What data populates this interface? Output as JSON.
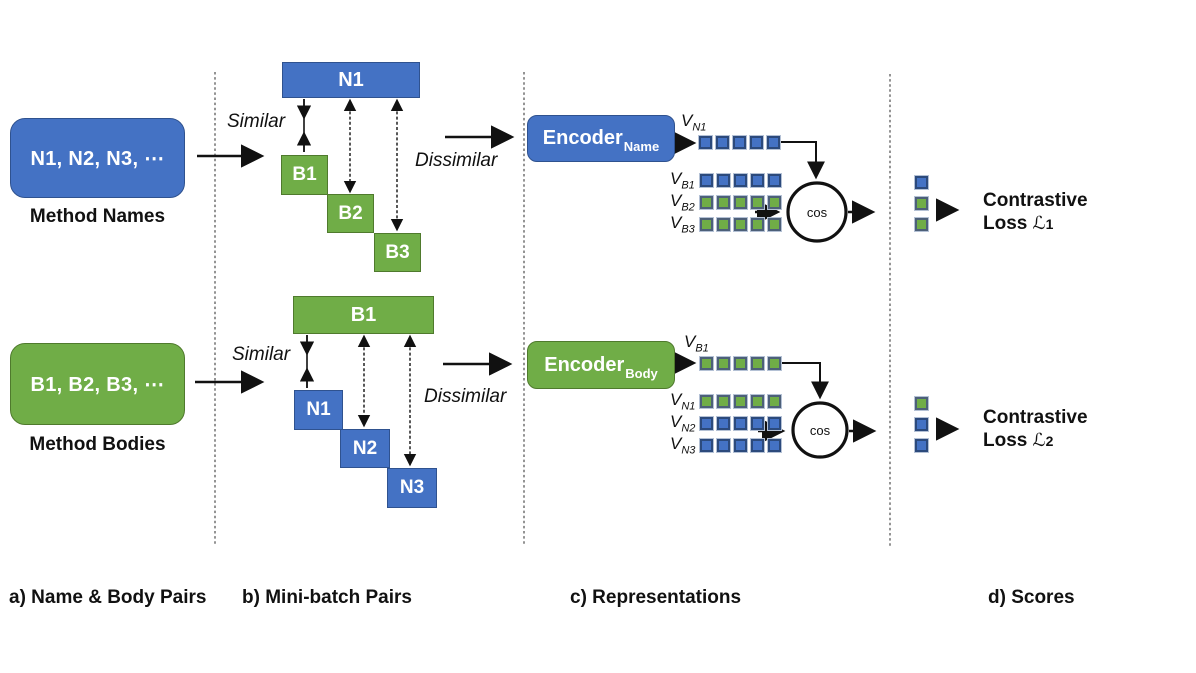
{
  "colors": {
    "blue": "#4472C4",
    "green": "#70AD47"
  },
  "panel_a": {
    "names_box_text": "N1, N2, N3, ⋯",
    "names_caption": "Method Names",
    "bodies_box_text": "B1, B2, B3, ⋯",
    "bodies_caption": "Method Bodies"
  },
  "panel_b": {
    "top": {
      "similar": "Similar",
      "dissimilar": "Dissimilar",
      "anchor": "N1",
      "items": [
        "B1",
        "B2",
        "B3"
      ]
    },
    "bottom": {
      "similar": "Similar",
      "dissimilar": "Dissimilar",
      "anchor": "B1",
      "items": [
        "N1",
        "N2",
        "N3"
      ]
    }
  },
  "panel_c": {
    "top": {
      "encoder": "Encoder",
      "encoder_sub": "Name",
      "query_label": "V",
      "query_sub": "N1",
      "query_colors": [
        "blue",
        "blue",
        "blue",
        "blue",
        "blue"
      ],
      "rows": [
        {
          "label": "V",
          "sub": "B1",
          "colors": [
            "blue",
            "blue",
            "blue",
            "blue",
            "blue"
          ]
        },
        {
          "label": "V",
          "sub": "B2",
          "colors": [
            "green",
            "green",
            "green",
            "green",
            "green"
          ]
        },
        {
          "label": "V",
          "sub": "B3",
          "colors": [
            "green",
            "green",
            "green",
            "green",
            "green"
          ]
        }
      ],
      "cos": "cos"
    },
    "bottom": {
      "encoder": "Encoder",
      "encoder_sub": "Body",
      "query_label": "V",
      "query_sub": "B1",
      "query_colors": [
        "green",
        "green",
        "green",
        "green",
        "green"
      ],
      "rows": [
        {
          "label": "V",
          "sub": "N1",
          "colors": [
            "green",
            "green",
            "green",
            "green",
            "green"
          ]
        },
        {
          "label": "V",
          "sub": "N2",
          "colors": [
            "blue",
            "blue",
            "blue",
            "blue",
            "blue"
          ]
        },
        {
          "label": "V",
          "sub": "N3",
          "colors": [
            "blue",
            "blue",
            "blue",
            "blue",
            "blue"
          ]
        }
      ],
      "cos": "cos"
    }
  },
  "panel_d": {
    "top": {
      "squares": [
        "blue",
        "green",
        "green"
      ],
      "line1": "Contrastive",
      "line2": "Loss",
      "loss_symbol": "ℒ",
      "loss_sub": "1"
    },
    "bottom": {
      "squares": [
        "green",
        "blue",
        "blue"
      ],
      "line1": "Contrastive",
      "line2": "Loss",
      "loss_symbol": "ℒ",
      "loss_sub": "2"
    }
  },
  "captions": {
    "a": "a) Name & Body Pairs",
    "b": "b) Mini-batch Pairs",
    "c": "c) Representations",
    "d": "d) Scores"
  }
}
